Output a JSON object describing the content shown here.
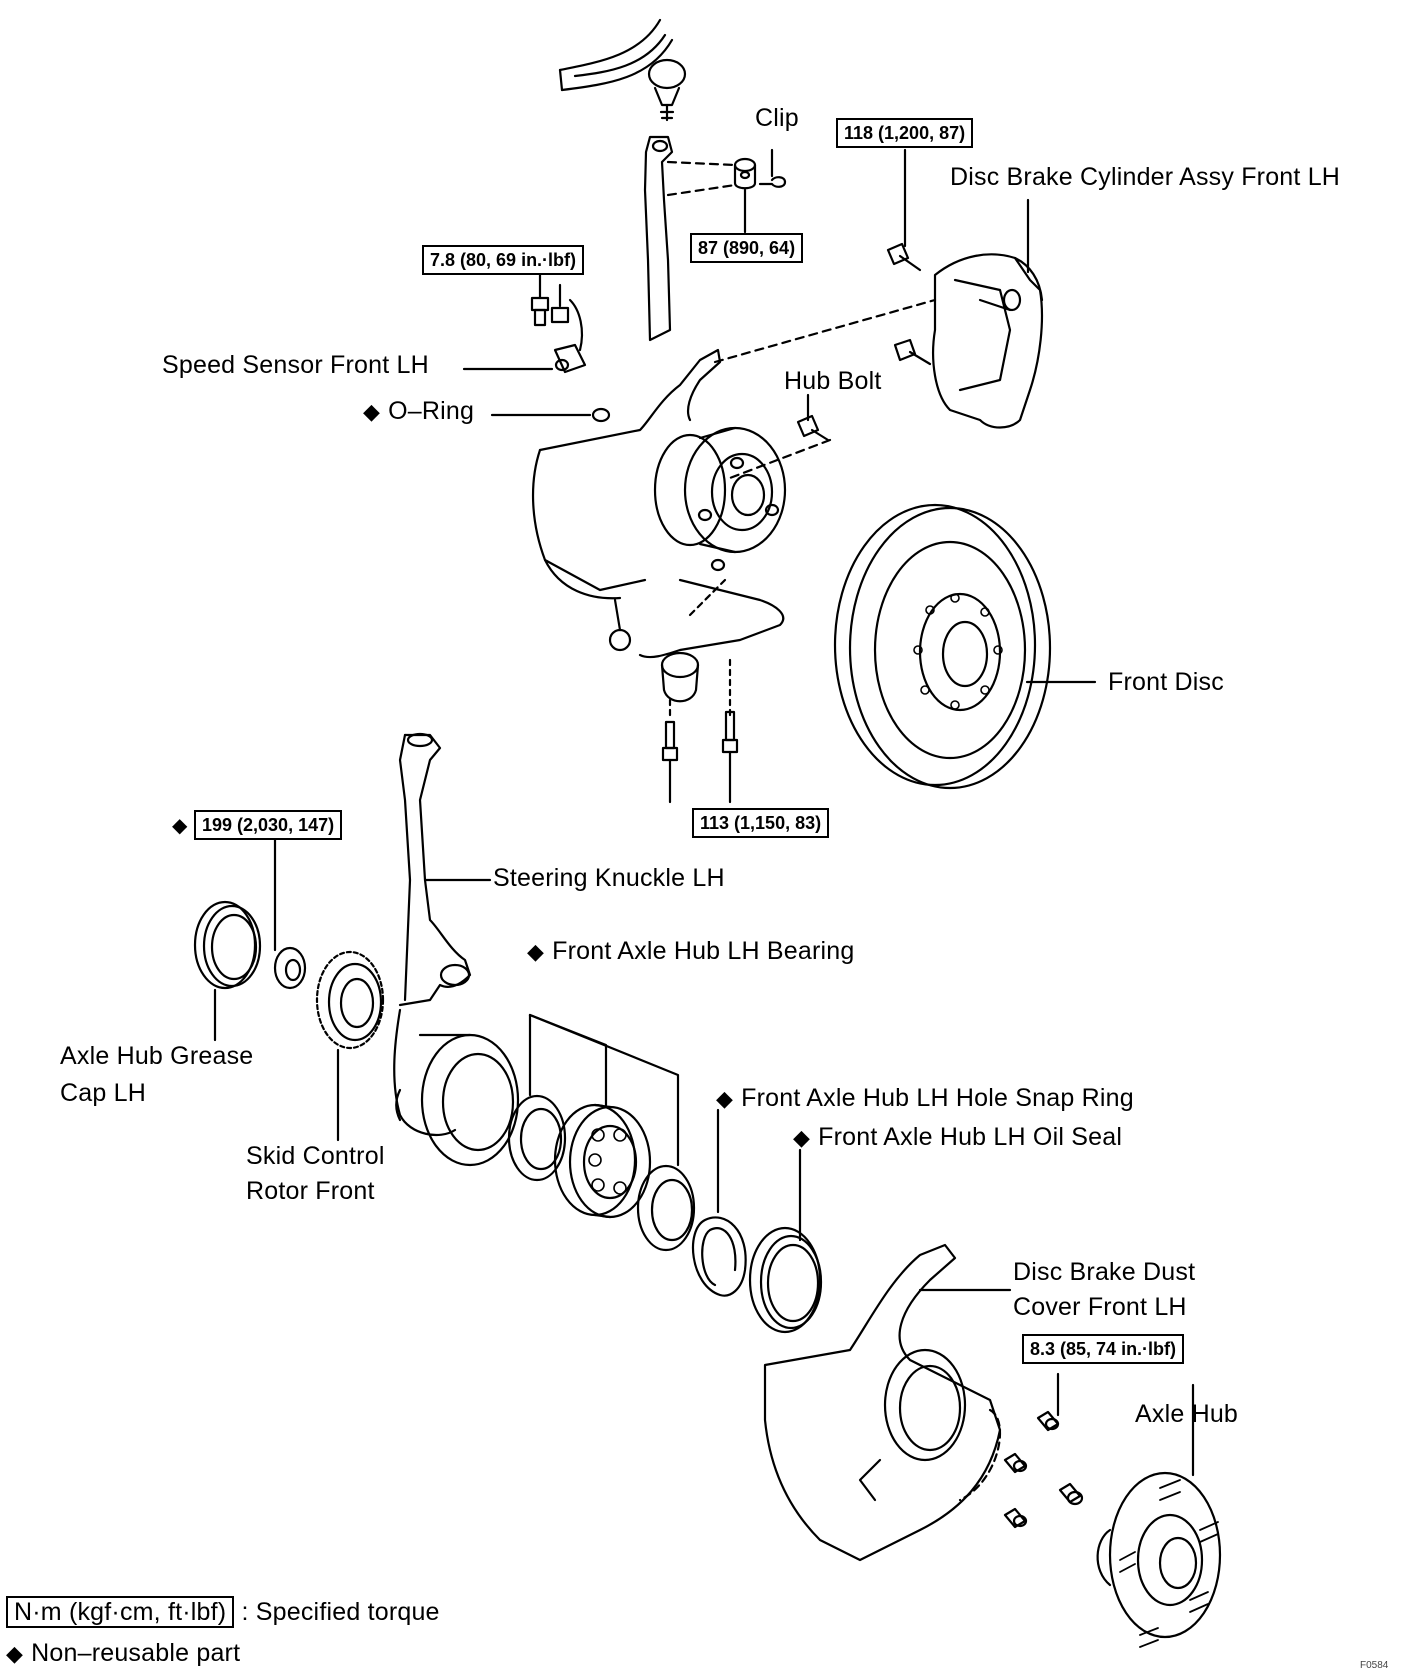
{
  "labels": {
    "clip": "Clip",
    "disc_brake_cylinder": "Disc Brake Cylinder Assy Front LH",
    "speed_sensor": "Speed Sensor Front LH",
    "o_ring": "O–Ring",
    "hub_bolt": "Hub Bolt",
    "front_disc": "Front Disc",
    "steering_knuckle": "Steering Knuckle LH",
    "front_axle_hub_bearing": "Front Axle Hub LH Bearing",
    "axle_hub_grease_cap_1": "Axle Hub Grease",
    "axle_hub_grease_cap_2": "Cap LH",
    "hole_snap_ring": "Front Axle Hub LH Hole Snap Ring",
    "oil_seal": "Front Axle Hub LH Oil Seal",
    "skid_control_1": "Skid Control",
    "skid_control_2": "Rotor Front",
    "dust_cover_1": "Disc Brake Dust",
    "dust_cover_2": "Cover Front LH",
    "axle_hub": "Axle Hub"
  },
  "torques": {
    "t118": "118 (1,200, 87)",
    "t87": "87 (890, 64)",
    "t78": "7.8 (80, 69 in.·lbf)",
    "t113": "113 (1,150, 83)",
    "t199": "199 (2,030, 147)",
    "t83": "8.3 (85, 74 in.·lbf)"
  },
  "legend": {
    "unit": "N·m (kgf·cm, ft·lbf)",
    "specified": ": Specified torque",
    "non_reusable": "Non–reusable part"
  },
  "symbols": {
    "diamond": "◆"
  },
  "figure_code": "F0584"
}
